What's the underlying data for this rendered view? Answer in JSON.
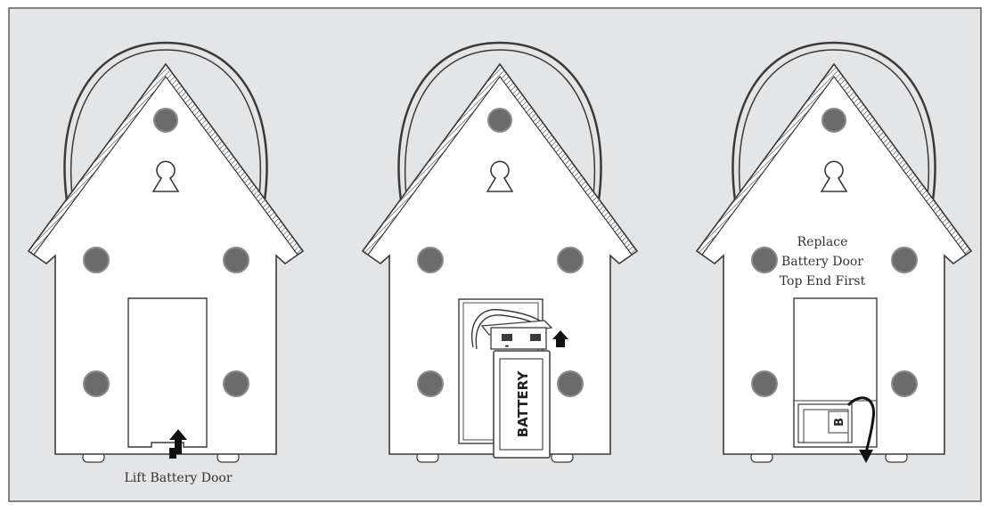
{
  "panels": [
    {
      "caption": "Lift Battery Door"
    },
    {
      "battery_label": "BATTERY",
      "terminal_minus": "-",
      "terminal_plus": "+"
    },
    {
      "note_lines": [
        "Replace",
        "Battery Door",
        "Top End First"
      ],
      "battery_partial": "B"
    }
  ],
  "colors": {
    "background": "#e4e5e7",
    "house_fill": "#ffffff",
    "outline": "#3a3a3a",
    "hole": "#6b6b6b",
    "hole_ring": "#8a8a8a"
  }
}
